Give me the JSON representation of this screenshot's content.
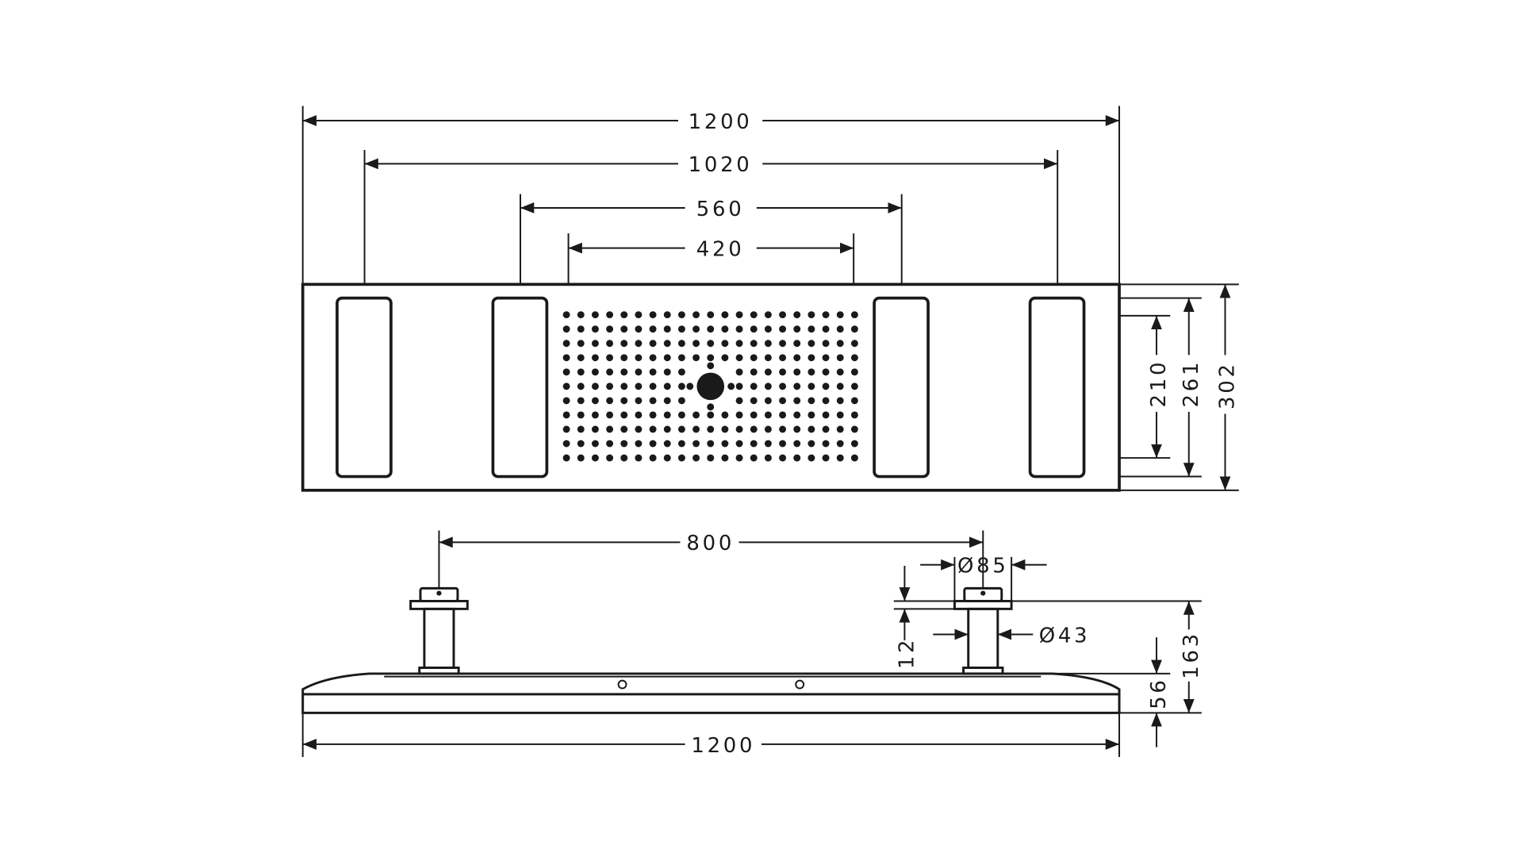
{
  "plan_view": {
    "dim_overall_width": "1200",
    "dim_outer_lights": "1020",
    "dim_inner_lights": "560",
    "dim_spray_field": "420",
    "dim_inner_height": "210",
    "dim_light_height": "261",
    "dim_overall_depth": "302"
  },
  "side_view": {
    "dim_arm_spacing": "800",
    "dim_flange_diameter": "Ø85",
    "dim_stem_diameter": "Ø43",
    "dim_flange_thickness": "12",
    "dim_total_height": "163",
    "dim_body_height": "56",
    "dim_overall_width": "1200"
  },
  "colors": {
    "line": "#1a1a1a",
    "background": "#ffffff"
  }
}
